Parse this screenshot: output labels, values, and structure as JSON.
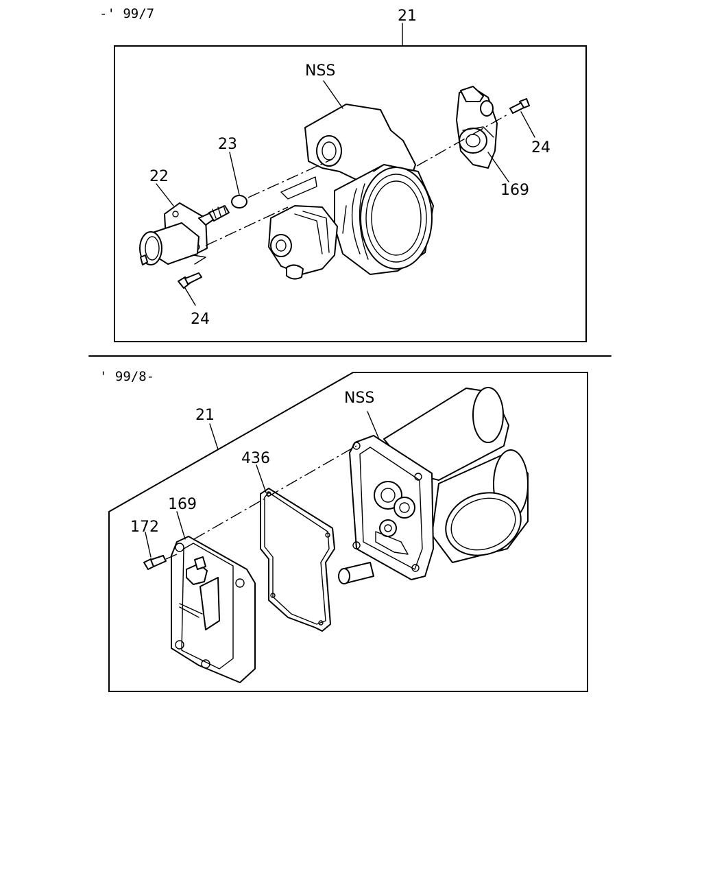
{
  "sections": [
    {
      "header": "-' 99/7",
      "labels": {
        "assembly": "21",
        "nss": "NSS",
        "oring": "23",
        "iac": "22",
        "screw_top": "24",
        "screw_bottom": "24",
        "sensor": "169"
      }
    },
    {
      "header": "' 99/8-",
      "labels": {
        "assembly": "21",
        "nss": "NSS",
        "gasket": "436",
        "sensor": "169",
        "screw": "172"
      }
    }
  ]
}
